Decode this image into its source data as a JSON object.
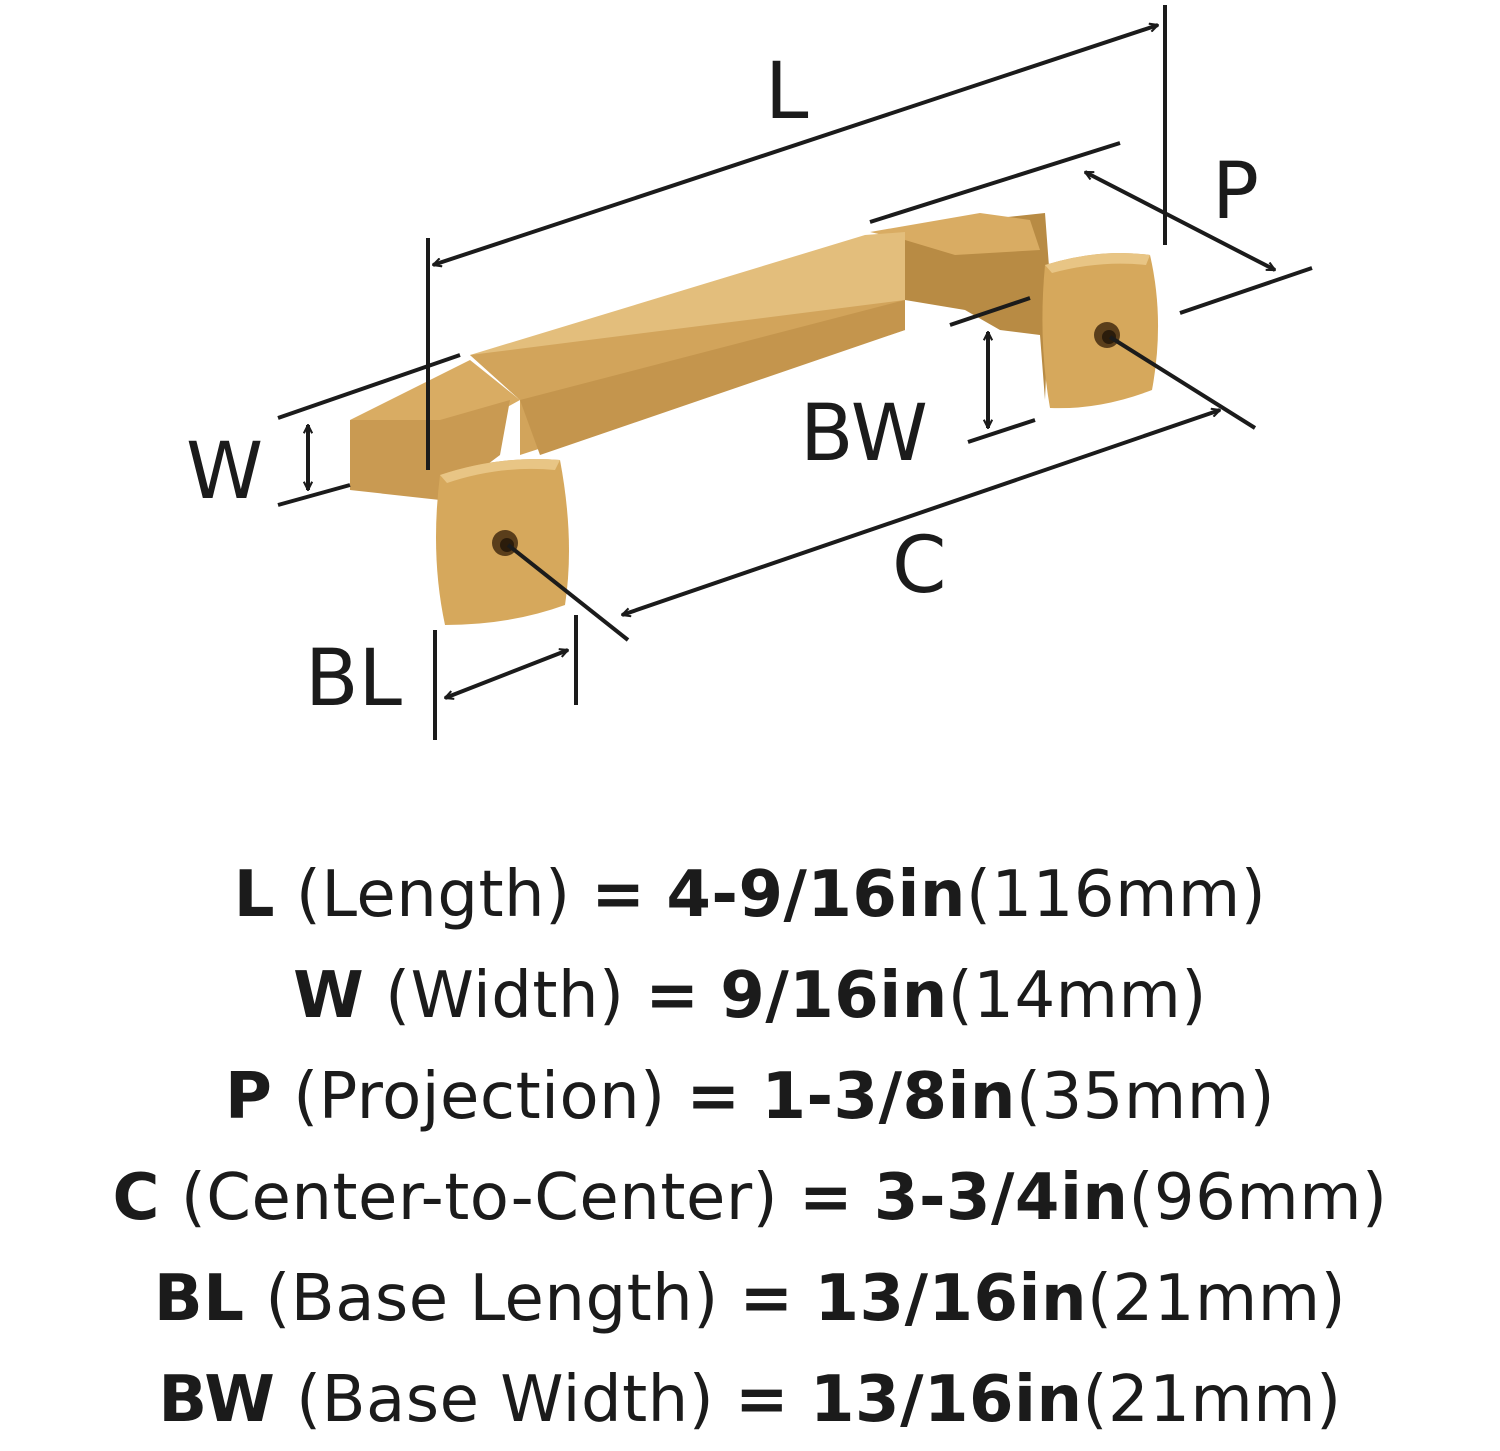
{
  "diagram": {
    "labels": {
      "length": "L",
      "width": "W",
      "projection": "P",
      "base_width": "BW",
      "center": "C",
      "base_length": "BL"
    },
    "handle_color": "#D6A85C",
    "handle_shadow": "#B88B44",
    "handle_highlight": "#E8C585",
    "line_color": "#1B1B1B"
  },
  "specs": [
    {
      "code": "L",
      "name": "(Length)",
      "eq": "=",
      "imp": "4-9/16in",
      "metric": "(116mm)"
    },
    {
      "code": "W",
      "name": "(Width)",
      "eq": "=",
      "imp": "9/16in",
      "metric": "(14mm)"
    },
    {
      "code": "P",
      "name": "(Projection)",
      "eq": "=",
      "imp": "1-3/8in",
      "metric": "(35mm)"
    },
    {
      "code": "C",
      "name": "(Center-to-Center)",
      "eq": "=",
      "imp": "3-3/4in",
      "metric": "(96mm)"
    },
    {
      "code": "BL",
      "name": "(Base Length)",
      "eq": "=",
      "imp": "13/16in",
      "metric": "(21mm)"
    },
    {
      "code": "BW",
      "name": "(Base Width)",
      "eq": "=",
      "imp": "13/16in",
      "metric": "(21mm)"
    }
  ]
}
